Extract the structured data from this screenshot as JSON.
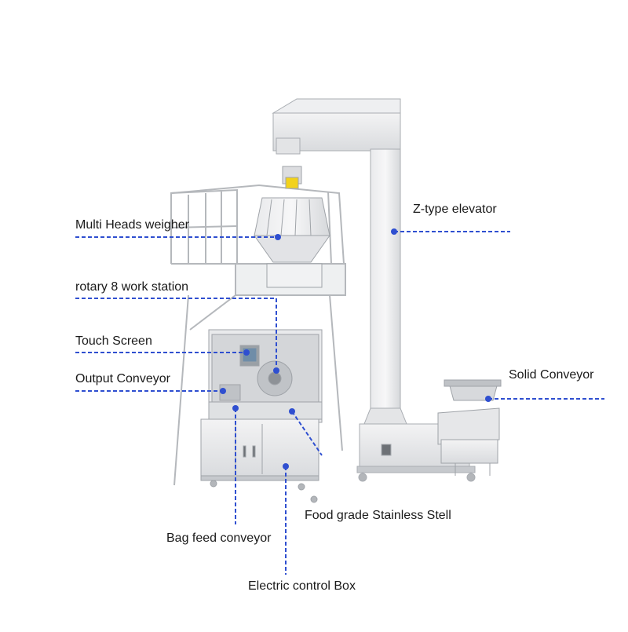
{
  "labels": {
    "multi_heads_weigher": "Multi Heads weigher",
    "rotary_work_station": "rotary 8 work station",
    "touch_screen": "Touch Screen",
    "output_conveyor": "Output Conveyor",
    "z_type_elevator": "Z-type elevator",
    "solid_conveyor": "Solid Conveyor",
    "food_grade_steel": "Food grade Stainless Stell",
    "bag_feed_conveyor": "Bag feed conveyor",
    "electric_control_box": "Electric control Box"
  },
  "colors": {
    "leader_line": "#2f4fd0",
    "machine_frame": "#c9ccd0",
    "machine_shadow": "#9a9ea4",
    "accent_yellow": "#f2d21b",
    "text": "#1a1a1a"
  }
}
